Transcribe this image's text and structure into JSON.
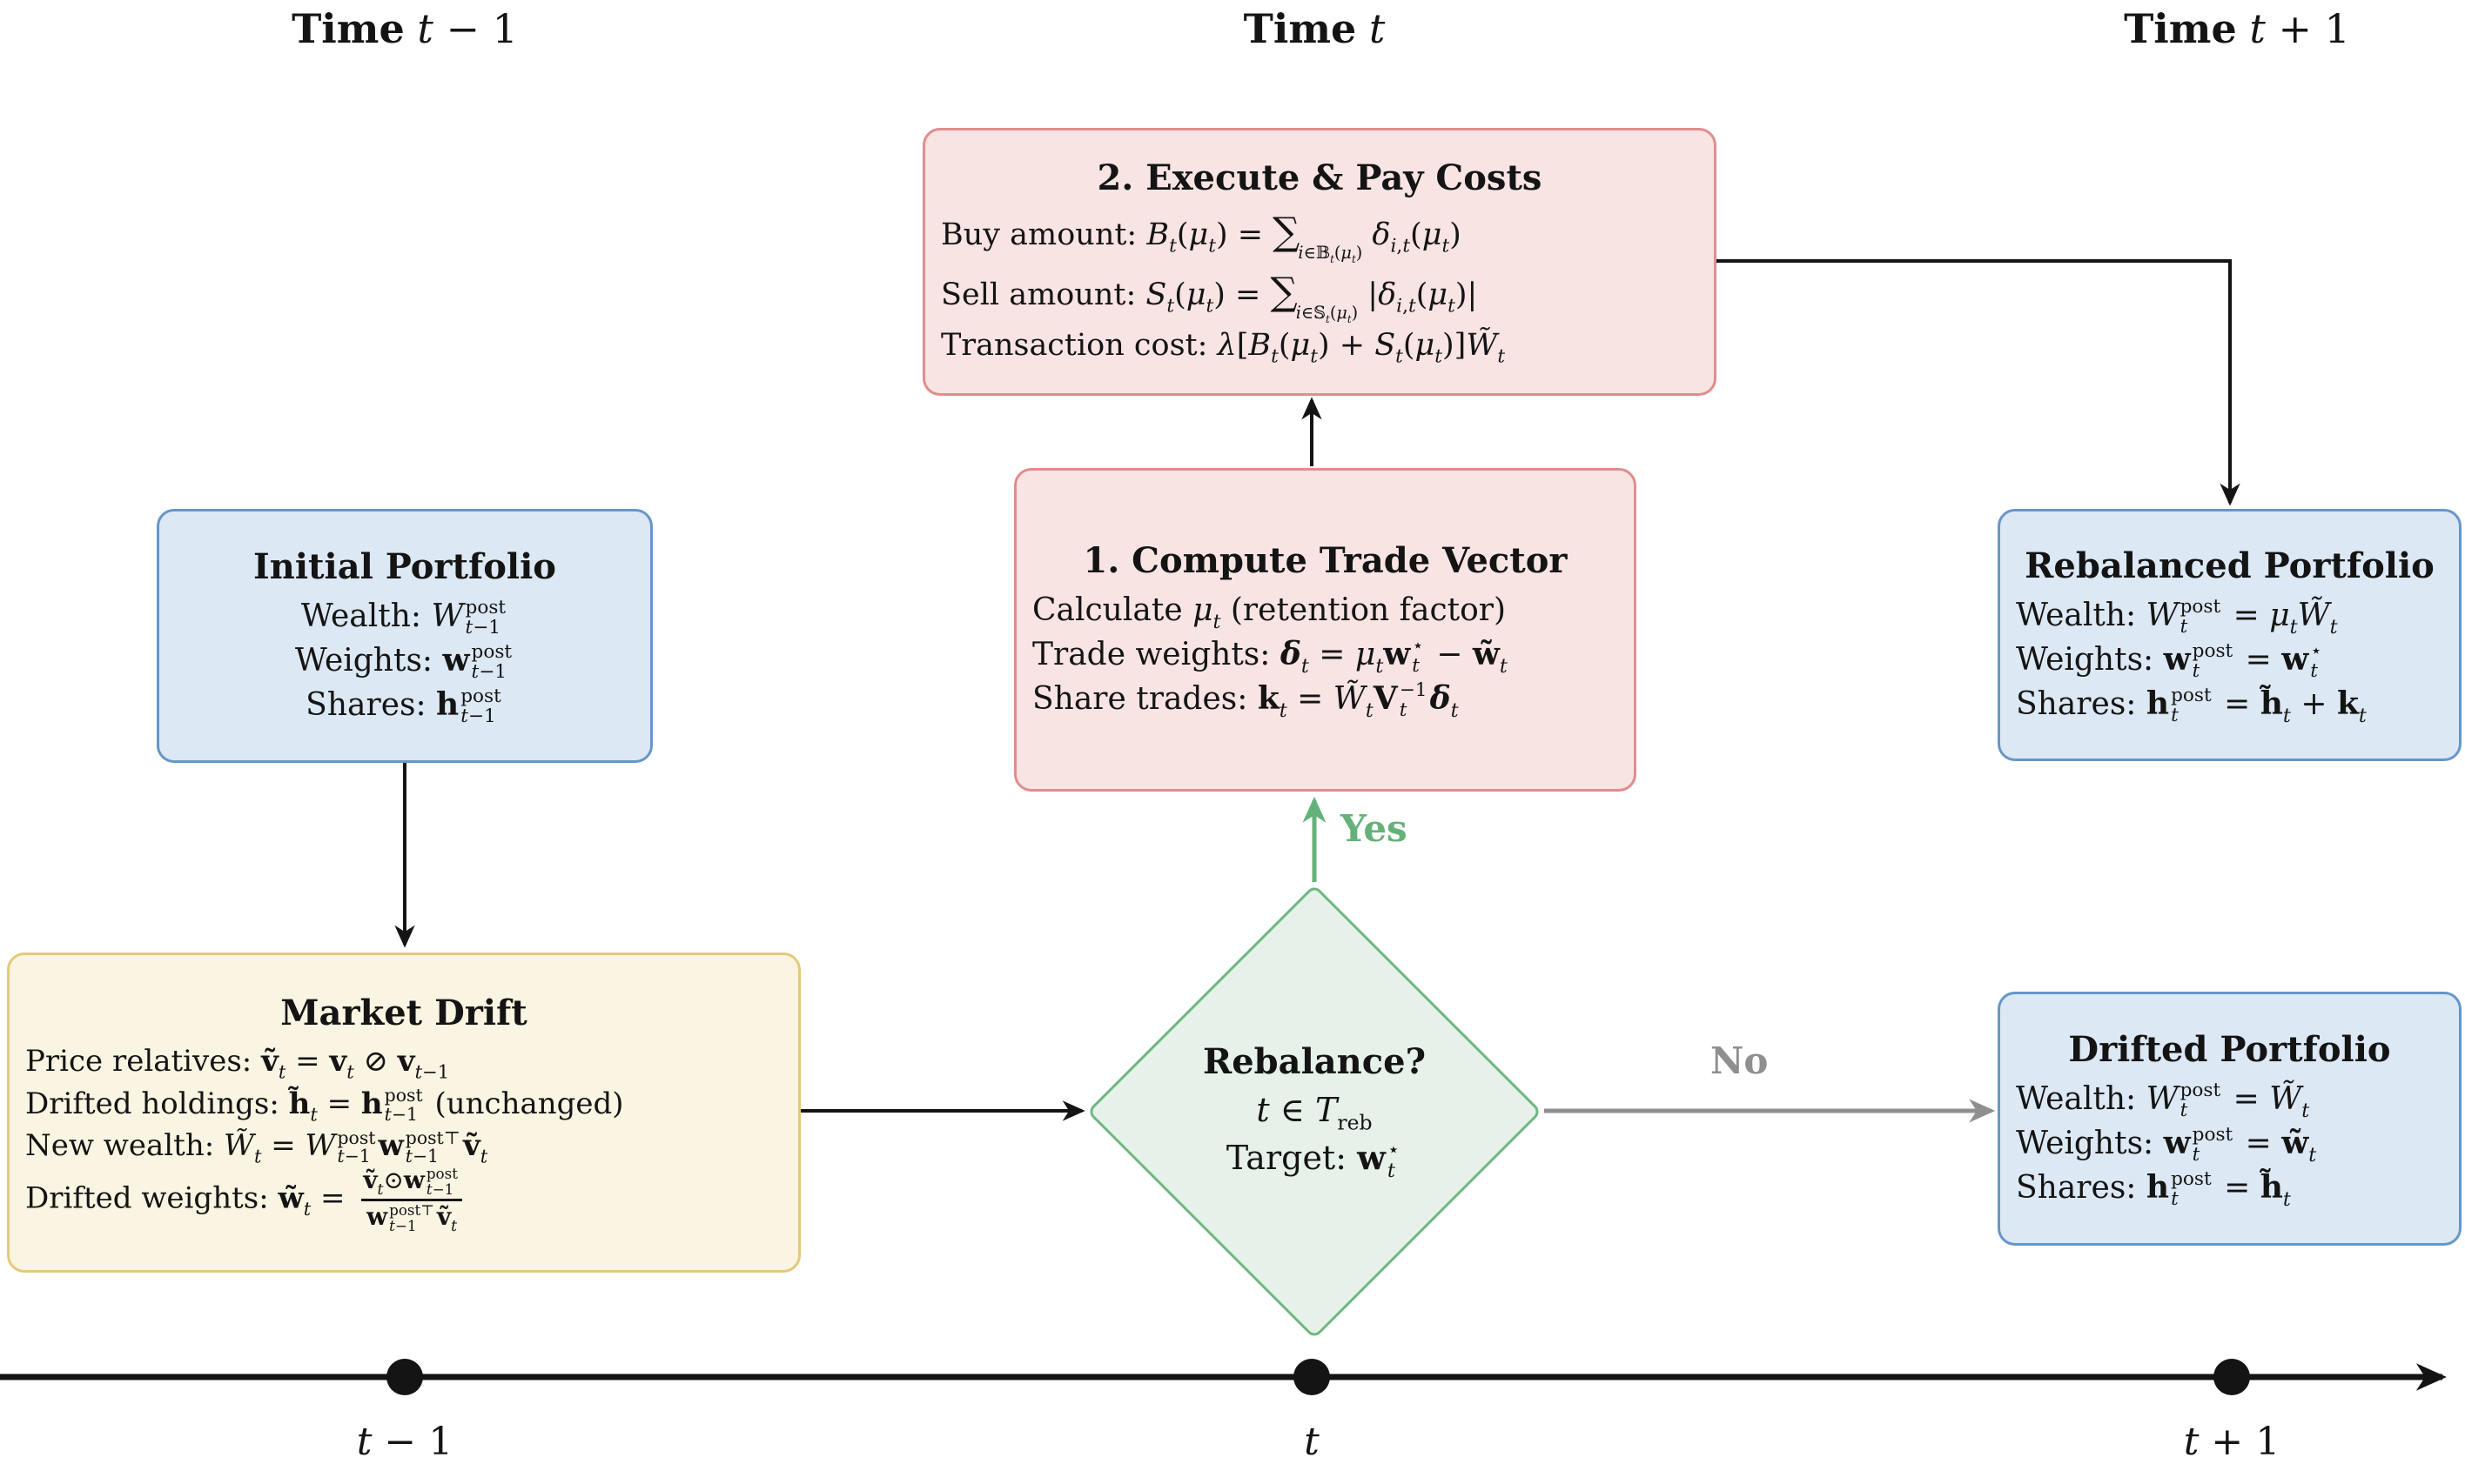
{
  "headers": {
    "t_minus_1": "<b>Time</b> <i>t</i> − 1",
    "t": "<b>Time</b> <i>t</i>",
    "t_plus_1": "<b>Time</b> <i>t</i> + 1"
  },
  "boxes": {
    "execute": {
      "title": "2. Execute &amp; Pay Costs",
      "lines": [
        "Buy amount: <i>B</i><sub><i>t</i></sub>(<i>μ</i><sub><i>t</i></sub>) = <span class='sum'>∑</span><span class='sumsub'><i>i</i>∈𝔹<sub><i>t</i></sub>(<i>μ</i><sub><i>t</i></sub>)</span> <i>δ</i><sub><i>i</i>,<i>t</i></sub>(<i>μ</i><sub><i>t</i></sub>)",
        "Sell amount: <i>S</i><sub><i>t</i></sub>(<i>μ</i><sub><i>t</i></sub>) = <span class='sum'>∑</span><span class='sumsub'><i>i</i>∈𝕊<sub><i>t</i></sub>(<i>μ</i><sub><i>t</i></sub>)</span> |<i>δ</i><sub><i>i</i>,<i>t</i></sub>(<i>μ</i><sub><i>t</i></sub>)|",
        "Transaction cost: <i>λ</i>[<i>B</i><sub><i>t</i></sub>(<i>μ</i><sub><i>t</i></sub>) + <i>S</i><sub><i>t</i></sub>(<i>μ</i><sub><i>t</i></sub>)]<i>W̃</i><sub><i>t</i></sub>"
      ]
    },
    "compute": {
      "title": "1. Compute Trade Vector",
      "lines": [
        "Calculate <i>μ</i><sub><i>t</i></sub> (retention factor)",
        "Trade weights: <b><i>δ</i></b><sub><i>t</i></sub> = <i>μ</i><sub><i>t</i></sub><b>w</b><span class='ss'><span class='u'>⋆</span><span class='l'><i>t</i></span></span> − <b>w̃</b><sub><i>t</i></sub>",
        "Share trades: <b>k</b><sub><i>t</i></sub> = <i>W̃</i><sub><i>t</i></sub><b>V</b><span class='ss'><span class='u'>−1</span><span class='l'><i>t</i></span></span><b><i>δ</i></b><sub><i>t</i></sub>"
      ]
    },
    "initial": {
      "title": "Initial Portfolio",
      "lines": [
        "Wealth: <i>W</i><span class='ss'><span class='u'>post</span><span class='l'><i>t</i>−1</span></span>",
        "Weights: <b>w</b><span class='ss'><span class='u'>post</span><span class='l'><i>t</i>−1</span></span>",
        "Shares: <b>h</b><span class='ss'><span class='u'>post</span><span class='l'><i>t</i>−1</span></span>"
      ]
    },
    "market": {
      "title": "Market Drift",
      "lines": [
        "Price relatives: <b>ṽ</b><sub><i>t</i></sub> = <b>v</b><sub><i>t</i></sub> ⊘ <b>v</b><sub><i>t</i>−1</sub>",
        "Drifted holdings: <b>h̃</b><sub><i>t</i></sub> = <b>h</b><span class='ss'><span class='u'>post</span><span class='l'><i>t</i>−1</span></span> (unchanged)",
        "New wealth: <i>W̃</i><sub><i>t</i></sub> = <i>W</i><span class='ss'><span class='u'>post</span><span class='l'><i>t</i>−1</span></span><b>w</b><span class='ss'><span class='u'>post⊤</span><span class='l'><i>t</i>−1</span></span><b>ṽ</b><sub><i>t</i></sub>",
        "Drifted weights: <b>w̃</b><sub><i>t</i></sub> = <span class='frac'><span class='fn'><b>ṽ</b><sub><i>t</i></sub>⊙<b>w</b><span class='ss'><span class='u'>post</span><span class='l'><i>t</i>−1</span></span></span><span class='fd'><b>w</b><span class='ss'><span class='u'>post⊤</span><span class='l'><i>t</i>−1</span></span><b>ṽ</b><sub><i>t</i></sub></span></span>"
      ]
    },
    "rebalanced": {
      "title": "Rebalanced Portfolio",
      "lines": [
        "Wealth: <i>W</i><span class='ss'><span class='u'>post</span><span class='l'><i>t</i></span></span> = <i>μ</i><sub><i>t</i></sub><i>W̃</i><sub><i>t</i></sub>",
        "Weights: <b>w</b><span class='ss'><span class='u'>post</span><span class='l'><i>t</i></span></span> = <b>w</b><span class='ss'><span class='u'>⋆</span><span class='l'><i>t</i></span></span>",
        "Shares: <b>h</b><span class='ss'><span class='u'>post</span><span class='l'><i>t</i></span></span> = <b>h̃</b><sub><i>t</i></sub> + <b>k</b><sub><i>t</i></sub>"
      ]
    },
    "drifted": {
      "title": "Drifted Portfolio",
      "lines": [
        "Wealth: <i>W</i><span class='ss'><span class='u'>post</span><span class='l'><i>t</i></span></span> = <i>W̃</i><sub><i>t</i></sub>",
        "Weights: <b>w</b><span class='ss'><span class='u'>post</span><span class='l'><i>t</i></span></span> = <b>w̃</b><sub><i>t</i></sub>",
        "Shares: <b>h</b><span class='ss'><span class='u'>post</span><span class='l'><i>t</i></span></span> = <b>h̃</b><sub><i>t</i></sub>"
      ]
    }
  },
  "diamond": {
    "title": "Rebalance?",
    "condition": "<i>t</i> ∈ <i>T</i><sub>reb</sub>",
    "target": "Target: <b>w</b><span class='ss'><span class='u'>⋆</span><span class='l'><i>t</i></span></span>"
  },
  "edges": {
    "yes_label": "Yes",
    "no_label": "No"
  },
  "timeline": {
    "ticks": [
      "<i>t</i> − 1",
      "<i>t</i>",
      "<i>t</i> + 1"
    ]
  },
  "colors": {
    "pink_fill": "#f9e4e4",
    "pink_border": "#e08d8d",
    "blue_fill": "#dce8f4",
    "blue_border": "#6796c8",
    "yellow_fill": "#faf4e2",
    "yellow_border": "#e3c97a",
    "green_fill": "#e6f2e9",
    "green_border": "#6db880",
    "yes_green": "#64b27a",
    "no_gray": "#8f8f8f",
    "line_black": "#141414"
  }
}
